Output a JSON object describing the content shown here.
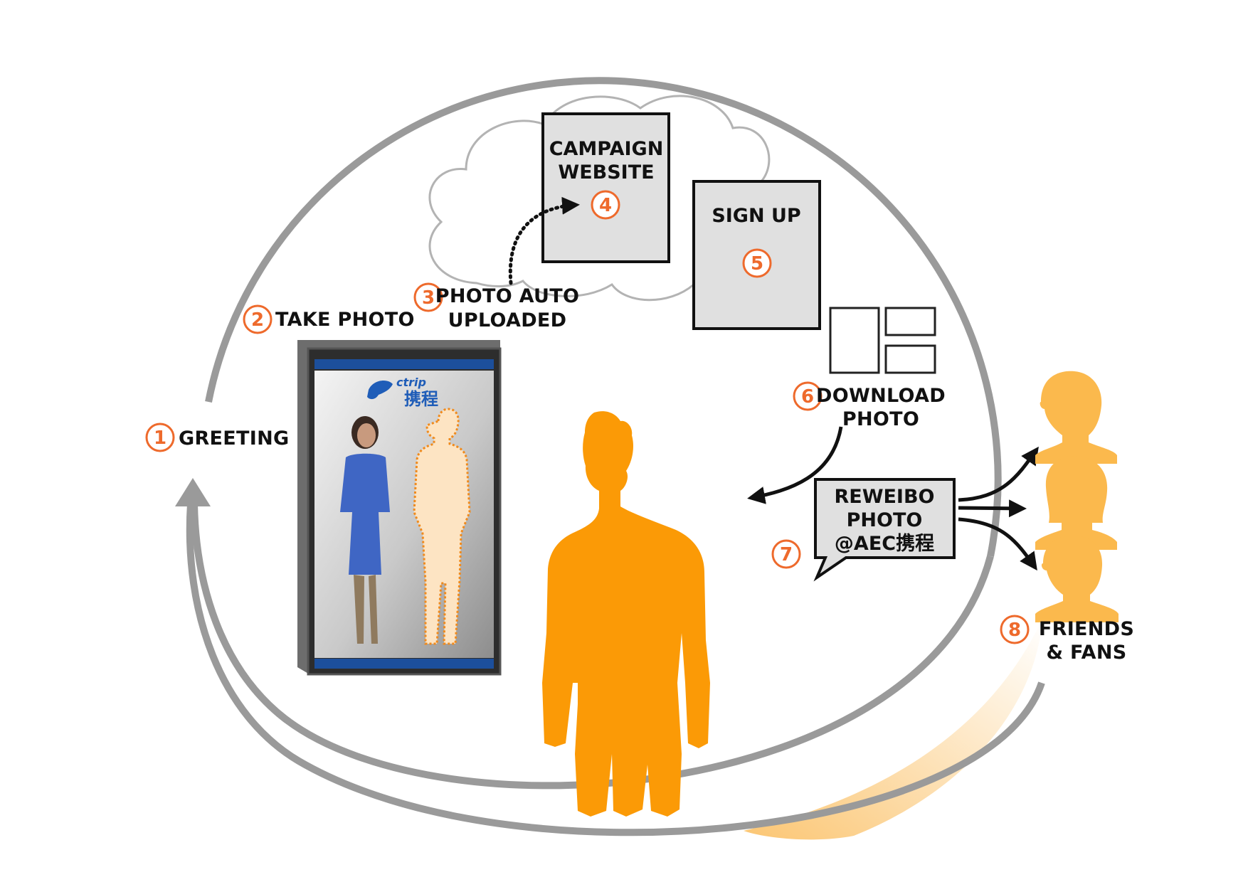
{
  "colors": {
    "accent": "#ee6a2c",
    "silhouette": "#fb9a06",
    "friend": "#fbb94d",
    "loop": "#999999",
    "panel": "#e0e0e0"
  },
  "steps": {
    "s1": {
      "num": "1",
      "lines": [
        "GREETING"
      ]
    },
    "s2": {
      "num": "2",
      "lines": [
        "TAKE PHOTO"
      ]
    },
    "s3": {
      "num": "3",
      "lines": [
        "PHOTO AUTO",
        "UPLOADED"
      ]
    },
    "s4": {
      "num": "4",
      "lines": [
        "CAMPAIGN",
        "WEBSITE"
      ]
    },
    "s5": {
      "num": "5",
      "lines": [
        "SIGN UP"
      ]
    },
    "s6": {
      "num": "6",
      "lines": [
        "DOWNLOAD",
        "PHOTO"
      ]
    },
    "s7": {
      "num": "7",
      "lines": [
        "REWEIBO",
        "PHOTO",
        "@AEC携程"
      ]
    },
    "s8": {
      "num": "8",
      "lines": [
        "FRIENDS",
        "& FANS"
      ]
    }
  },
  "kiosk": {
    "brand_latin": "ctrip",
    "brand_chinese": "携程"
  },
  "icons": {
    "cloud": "cloud-icon",
    "person": "person-silhouette-icon",
    "friends": [
      "friend-man-icon",
      "friend-woman-icon",
      "friend-man-icon"
    ],
    "photo_grid": "photo-thumbnails-icon"
  }
}
